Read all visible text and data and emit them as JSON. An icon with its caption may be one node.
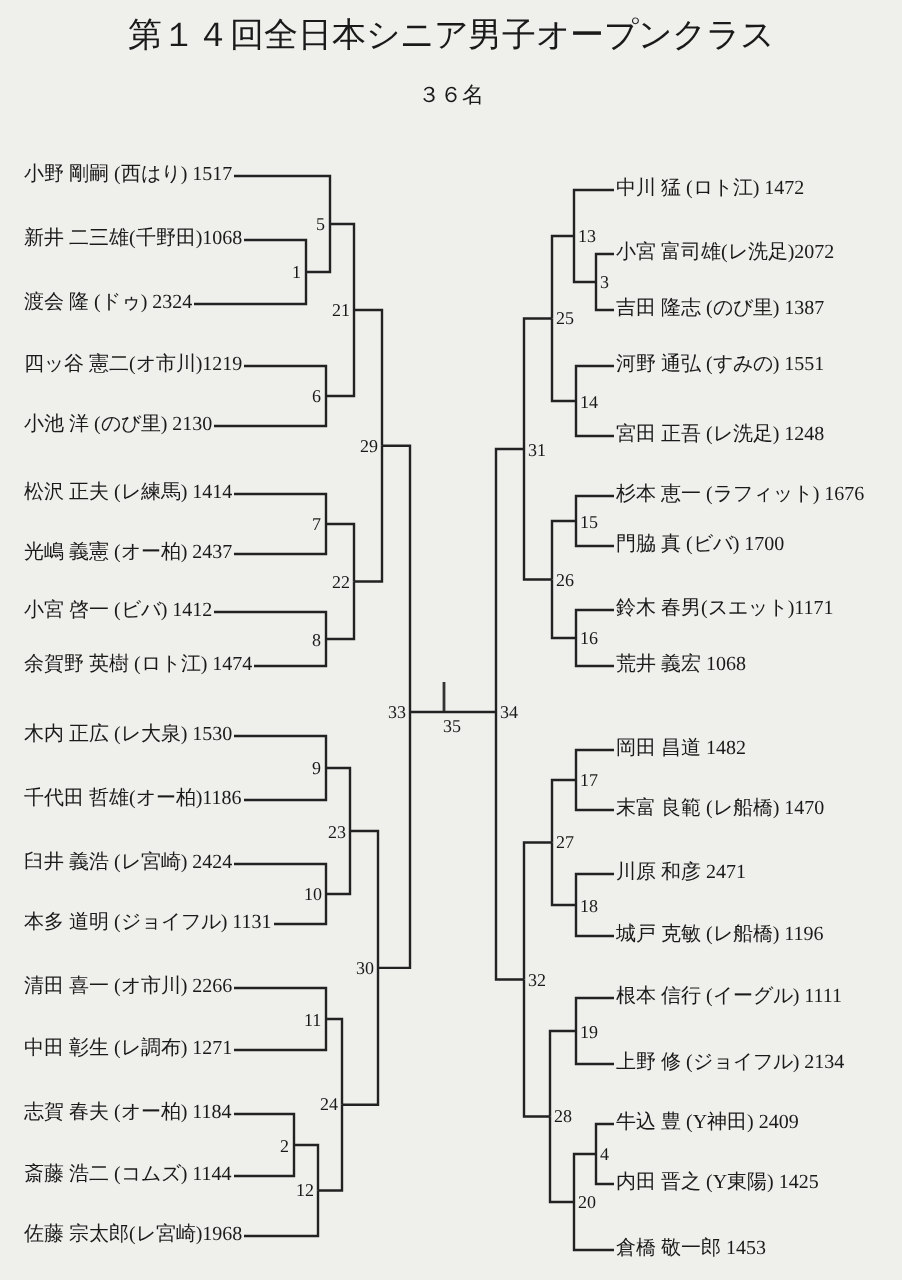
{
  "diagram": {
    "title": "第１４回全日本シニア男子オープンクラス",
    "labels": [
      "３６名"
    ],
    "nodes": [
      {
        "text": [
          "小野 剛嗣 (西はり) 1517"
        ]
      },
      {
        "text": [
          "新井 二三雄(千野田)1068"
        ]
      },
      {
        "text": [
          "渡会 隆 (ドゥ) 2324"
        ]
      },
      {
        "text": [
          "四ッ谷 憲二(オ市川)1219"
        ]
      },
      {
        "text": [
          "小池 洋 (のび里) 2130"
        ]
      },
      {
        "text": [
          "松沢 正夫 (レ練馬) 1414"
        ]
      },
      {
        "text": [
          "光嶋 義憲 (オー柏) 2437"
        ]
      },
      {
        "text": [
          "小宮 啓一 (ビバ) 1412"
        ]
      },
      {
        "text": [
          "余賀野 英樹 (ロト江) 1474"
        ]
      },
      {
        "text": [
          "木内 正広 (レ大泉) 1530"
        ]
      },
      {
        "text": [
          "千代田 哲雄(オー柏)1186"
        ]
      },
      {
        "text": [
          "臼井 義浩 (レ宮崎) 2424"
        ]
      },
      {
        "text": [
          "本多 道明 (ジョイフル) 1131"
        ]
      },
      {
        "text": [
          "清田 喜一 (オ市川) 2266"
        ]
      },
      {
        "text": [
          "中田 彰生 (レ調布) 1271"
        ]
      },
      {
        "text": [
          "志賀 春夫 (オー柏) 1184"
        ]
      },
      {
        "text": [
          "斎藤 浩二 (コムズ) 1144"
        ]
      },
      {
        "text": [
          "佐藤 宗太郎(レ宮崎)1968"
        ]
      },
      {
        "text": [
          "中川 猛 (ロト江) 1472"
        ]
      },
      {
        "text": [
          "小宮 富司雄(レ洗足)2072"
        ]
      },
      {
        "text": [
          "吉田 隆志 (のび里) 1387"
        ]
      },
      {
        "text": [
          "河野 通弘 (すみの) 1551"
        ]
      },
      {
        "text": [
          "宮田 正吾 (レ洗足) 1248"
        ]
      },
      {
        "text": [
          "杉本 恵一 (ラフィット) 1676"
        ]
      },
      {
        "text": [
          "門脇 真 (ビバ) 1700"
        ]
      },
      {
        "text": [
          "鈴木 春男(スエット)1171"
        ]
      },
      {
        "text": [
          "荒井 義宏 1068"
        ]
      },
      {
        "text": [
          "岡田 昌道 1482"
        ]
      },
      {
        "text": [
          "末富 良範 (レ船橋) 1470"
        ]
      },
      {
        "text": [
          "川原 和彦 2471"
        ]
      },
      {
        "text": [
          "城戸 克敏 (レ船橋) 1196"
        ]
      },
      {
        "text": [
          "根本 信行 (イーグル) 1111"
        ]
      },
      {
        "text": [
          "上野 修 (ジョイフル) 2134"
        ]
      },
      {
        "text": [
          "牛込 豊 (Y神田) 2409"
        ]
      },
      {
        "text": [
          "内田 晋之 (Y東陽) 1425"
        ]
      },
      {
        "text": [
          "倉橋 敬一郎 1453"
        ]
      },
      {
        "text": [
          "1"
        ]
      },
      {
        "text": [
          "2"
        ]
      },
      {
        "text": [
          "3"
        ]
      },
      {
        "text": [
          "4"
        ]
      },
      {
        "text": [
          "5"
        ]
      },
      {
        "text": [
          "6"
        ]
      },
      {
        "text": [
          "7"
        ]
      },
      {
        "text": [
          "8"
        ]
      },
      {
        "text": [
          "9"
        ]
      },
      {
        "text": [
          "10"
        ]
      },
      {
        "text": [
          "11"
        ]
      },
      {
        "text": [
          "12"
        ]
      },
      {
        "text": [
          "13"
        ]
      },
      {
        "text": [
          "14"
        ]
      },
      {
        "text": [
          "15"
        ]
      },
      {
        "text": [
          "16"
        ]
      },
      {
        "text": [
          "17"
        ]
      },
      {
        "text": [
          "18"
        ]
      },
      {
        "text": [
          "19"
        ]
      },
      {
        "text": [
          "20"
        ]
      },
      {
        "text": [
          "21"
        ]
      },
      {
        "text": [
          "22"
        ]
      },
      {
        "text": [
          "23"
        ]
      },
      {
        "text": [
          "24"
        ]
      },
      {
        "text": [
          "25"
        ]
      },
      {
        "text": [
          "26"
        ]
      },
      {
        "text": [
          "27"
        ]
      },
      {
        "text": [
          "28"
        ]
      },
      {
        "text": [
          "29"
        ]
      },
      {
        "text": [
          "30"
        ]
      },
      {
        "text": [
          "31"
        ]
      },
      {
        "text": [
          "32"
        ]
      },
      {
        "text": [
          "33"
        ]
      },
      {
        "text": [
          "34"
        ]
      },
      {
        "text": [
          "35"
        ]
      }
    ],
    "edges": [
      {
        "from": 1,
        "to": 36,
        "arrow": "none"
      },
      {
        "from": 2,
        "to": 36,
        "arrow": "none"
      },
      {
        "from": 15,
        "to": 37,
        "arrow": "none"
      },
      {
        "from": 16,
        "to": 37,
        "arrow": "none"
      },
      {
        "from": 19,
        "to": 38,
        "arrow": "none"
      },
      {
        "from": 20,
        "to": 38,
        "arrow": "none"
      },
      {
        "from": 33,
        "to": 39,
        "arrow": "none"
      },
      {
        "from": 34,
        "to": 39,
        "arrow": "none"
      },
      {
        "from": 0,
        "to": 40,
        "arrow": "none"
      },
      {
        "from": 36,
        "to": 40,
        "arrow": "none"
      },
      {
        "from": 3,
        "to": 41,
        "arrow": "none"
      },
      {
        "from": 4,
        "to": 41,
        "arrow": "none"
      },
      {
        "from": 5,
        "to": 42,
        "arrow": "none"
      },
      {
        "from": 6,
        "to": 42,
        "arrow": "none"
      },
      {
        "from": 7,
        "to": 43,
        "arrow": "none"
      },
      {
        "from": 8,
        "to": 43,
        "arrow": "none"
      },
      {
        "from": 9,
        "to": 44,
        "arrow": "none"
      },
      {
        "from": 10,
        "to": 44,
        "arrow": "none"
      },
      {
        "from": 11,
        "to": 45,
        "arrow": "none"
      },
      {
        "from": 12,
        "to": 45,
        "arrow": "none"
      },
      {
        "from": 13,
        "to": 46,
        "arrow": "none"
      },
      {
        "from": 14,
        "to": 46,
        "arrow": "none"
      },
      {
        "from": 37,
        "to": 47,
        "arrow": "none"
      },
      {
        "from": 17,
        "to": 47,
        "arrow": "none"
      },
      {
        "from": 18,
        "to": 48,
        "arrow": "none"
      },
      {
        "from": 38,
        "to": 48,
        "arrow": "none"
      },
      {
        "from": 21,
        "to": 49,
        "arrow": "none"
      },
      {
        "from": 22,
        "to": 49,
        "arrow": "none"
      },
      {
        "from": 23,
        "to": 50,
        "arrow": "none"
      },
      {
        "from": 24,
        "to": 50,
        "arrow": "none"
      },
      {
        "from": 25,
        "to": 51,
        "arrow": "none"
      },
      {
        "from": 26,
        "to": 51,
        "arrow": "none"
      },
      {
        "from": 27,
        "to": 52,
        "arrow": "none"
      },
      {
        "from": 28,
        "to": 52,
        "arrow": "none"
      },
      {
        "from": 29,
        "to": 53,
        "arrow": "none"
      },
      {
        "from": 30,
        "to": 53,
        "arrow": "none"
      },
      {
        "from": 31,
        "to": 54,
        "arrow": "none"
      },
      {
        "from": 32,
        "to": 54,
        "arrow": "none"
      },
      {
        "from": 39,
        "to": 55,
        "arrow": "none"
      },
      {
        "from": 35,
        "to": 55,
        "arrow": "none"
      },
      {
        "from": 40,
        "to": 56,
        "arrow": "none"
      },
      {
        "from": 41,
        "to": 56,
        "arrow": "none"
      },
      {
        "from": 42,
        "to": 57,
        "arrow": "none"
      },
      {
        "from": 43,
        "to": 57,
        "arrow": "none"
      },
      {
        "from": 44,
        "to": 58,
        "arrow": "none"
      },
      {
        "from": 45,
        "to": 58,
        "arrow": "none"
      },
      {
        "from": 46,
        "to": 59,
        "arrow": "none"
      },
      {
        "from": 47,
        "to": 59,
        "arrow": "none"
      },
      {
        "from": 48,
        "to": 60,
        "arrow": "none"
      },
      {
        "from": 49,
        "to": 60,
        "arrow": "none"
      },
      {
        "from": 50,
        "to": 61,
        "arrow": "none"
      },
      {
        "from": 51,
        "to": 61,
        "arrow": "none"
      },
      {
        "from": 52,
        "to": 62,
        "arrow": "none"
      },
      {
        "from": 53,
        "to": 62,
        "arrow": "none"
      },
      {
        "from": 54,
        "to": 63,
        "arrow": "none"
      },
      {
        "from": 55,
        "to": 63,
        "arrow": "none"
      },
      {
        "from": 56,
        "to": 64,
        "arrow": "none"
      },
      {
        "from": 57,
        "to": 64,
        "arrow": "none"
      },
      {
        "from": 58,
        "to": 65,
        "arrow": "none"
      },
      {
        "from": 59,
        "to": 65,
        "arrow": "none"
      },
      {
        "from": 60,
        "to": 66,
        "arrow": "none"
      },
      {
        "from": 61,
        "to": 66,
        "arrow": "none"
      },
      {
        "from": 62,
        "to": 67,
        "arrow": "none"
      },
      {
        "from": 63,
        "to": 67,
        "arrow": "none"
      },
      {
        "from": 64,
        "to": 68,
        "arrow": "none"
      },
      {
        "from": 65,
        "to": 68,
        "arrow": "none"
      },
      {
        "from": 66,
        "to": 69,
        "arrow": "none"
      },
      {
        "from": 67,
        "to": 69,
        "arrow": "none"
      },
      {
        "from": 68,
        "to": 70,
        "arrow": "none"
      },
      {
        "from": 69,
        "to": 70,
        "arrow": "none"
      }
    ]
  }
}
